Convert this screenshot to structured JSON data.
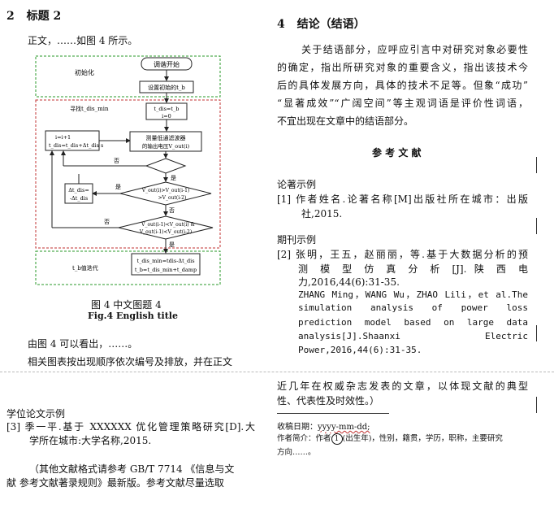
{
  "left_top": {
    "section_num": "2",
    "section_title": "标题 2",
    "para1": "正文，……如图 4 所示。",
    "fig_caption_cn": "图 4    中文图题 4",
    "fig_caption_en": "Fig.4    English title",
    "para2": "由图 4 可以看出，……。",
    "para3": "相关图表按出现顺序依次编号及排放，并在正文"
  },
  "flowchart": {
    "init_label": "初始化",
    "seek_label": "寻找t_dis_min",
    "iter_label": "t_b值迭代",
    "start": "调谐开始",
    "set_init": "设置初始的t_b",
    "assign1": "t_dis=t_b",
    "assign2": "i=0",
    "inc1": "i=i+1",
    "inc2": "t_dis=t_dis+Δt_dis s",
    "measure1": "测量低通滤波器",
    "measure2": "的输出电压V_out(i)",
    "yes": "是",
    "no": "否",
    "cond1a": "V_out(i)>V_out(i-1)",
    "cond1b": ">V_out(i-2)",
    "delta1": "Δt_dis=",
    "delta2": "-Δt_dis",
    "cond2a": "V_out(i-1)<V_out(i) &",
    "cond2b": "V_out(i-1)<V_out(i-2)",
    "final1": "t_dis_min=tdis-Δt_dis",
    "final2": "t_b=t_dis_min+t_damp"
  },
  "right_top": {
    "section_num": "4",
    "section_title": "结论（结语）",
    "lines": [
      "关于结语部分，应呼应引言中对研究对象必要性",
      "的确定，指出所研究对象的重要含义，指出该技术今",
      "后的具体发展方向，具体的技术不足等。但象“成功”",
      "“显著成效”“广阔空间”等主观词语是评价性词语，",
      "不宜出现在文章中的结语部分。"
    ],
    "ref_title": "参 考 文 献",
    "mono_heading": "论著示例",
    "ref1_line1": "[1] 作者姓名.论著名称[M]出版社所在城市：出版",
    "ref1_line2": "社,2015.",
    "journal_heading": "期刊示例",
    "ref2_lines": [
      "[2] 张明，王五，赵丽丽，等.基于大数据分析的预",
      "测 模 型 仿 真 分 析 [J]. 陕 西 电",
      "力,2016,44(6):31-35.",
      "ZHANG Ming，WANG Wu，ZHAO Lili，et al.The",
      "simulation   analysis   of   power   loss",
      "prediction  model  based  on  large  data",
      "analysis[J].Shaanxi               Electric",
      "Power,2016,44(6):31-35."
    ]
  },
  "left_bottom": {
    "thesis_heading": "学位论文示例",
    "ref3_line1": "[3] 季一平.基于 XXXXXX 优化管理策略研究[D].大",
    "ref3_line2": "学所在城市:大学名称,2015.",
    "note_line1": "（其他文献格式请参考 GB/T 7714 《信息与文",
    "note_line2": "献  参考文献著录规则》最新版。参考文献尽量选取"
  },
  "right_bottom": {
    "line1": "近几年在权威杂志发表的文章，以体现文献的典型",
    "line2": "性、代表性及时效性。）",
    "received_label": "收稿日期：",
    "received_value": "yyyy-mm-dd;",
    "author_label": "作者简介：作者",
    "circled": "1",
    "author_detail": "(出生年)，性别，籍贯，学历，职称，主要研究",
    "author_line2": "方向……。"
  }
}
